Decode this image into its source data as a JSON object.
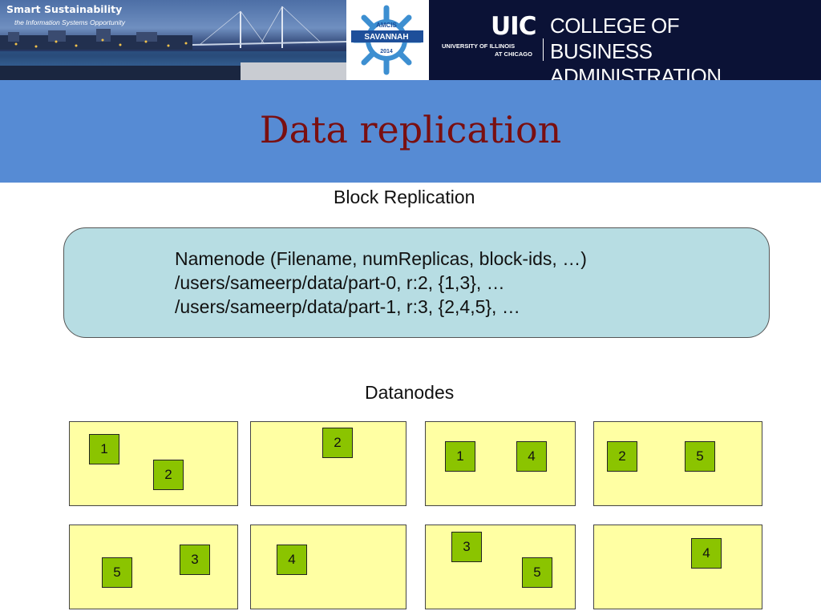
{
  "banner": {
    "photo_title": "Smart Sustainability",
    "photo_subtitle": "the Information Systems Opportunity",
    "amcis_top": "AMCIS",
    "amcis_name": "SAVANNAH",
    "amcis_year": "2014",
    "uic_logo": "UIC",
    "uic_line1": "COLLEGE OF",
    "uic_line2": "BUSINESS ADMINISTRATION",
    "uic_univ1": "UNIVERSITY OF ILLINOIS",
    "uic_univ2": "AT CHICAGO"
  },
  "title": "Data replication",
  "diagram": {
    "heading": "Block Replication",
    "namenode_lines": [
      "Namenode (Filename, numReplicas, block-ids, …)",
      "/users/sameerp/data/part-0, r:2, {1,3}, …",
      "/users/sameerp/data/part-1, r:3, {2,4,5}, …"
    ],
    "datanodes_label": "Datanodes",
    "datanodes": [
      {
        "blocks": [
          "1",
          "2"
        ]
      },
      {
        "blocks": [
          "2"
        ]
      },
      {
        "blocks": [
          "1",
          "4"
        ]
      },
      {
        "blocks": [
          "2",
          "5"
        ]
      },
      {
        "blocks": [
          "5",
          "3"
        ]
      },
      {
        "blocks": [
          "4"
        ]
      },
      {
        "blocks": [
          "3",
          "5"
        ]
      },
      {
        "blocks": [
          "4"
        ]
      }
    ]
  },
  "colors": {
    "title_band": "#568bd4",
    "title_text": "#7a0f10",
    "namenode_fill": "#b7dde3",
    "datanode_fill": "#ffffa3",
    "block_fill": "#8bc400"
  }
}
